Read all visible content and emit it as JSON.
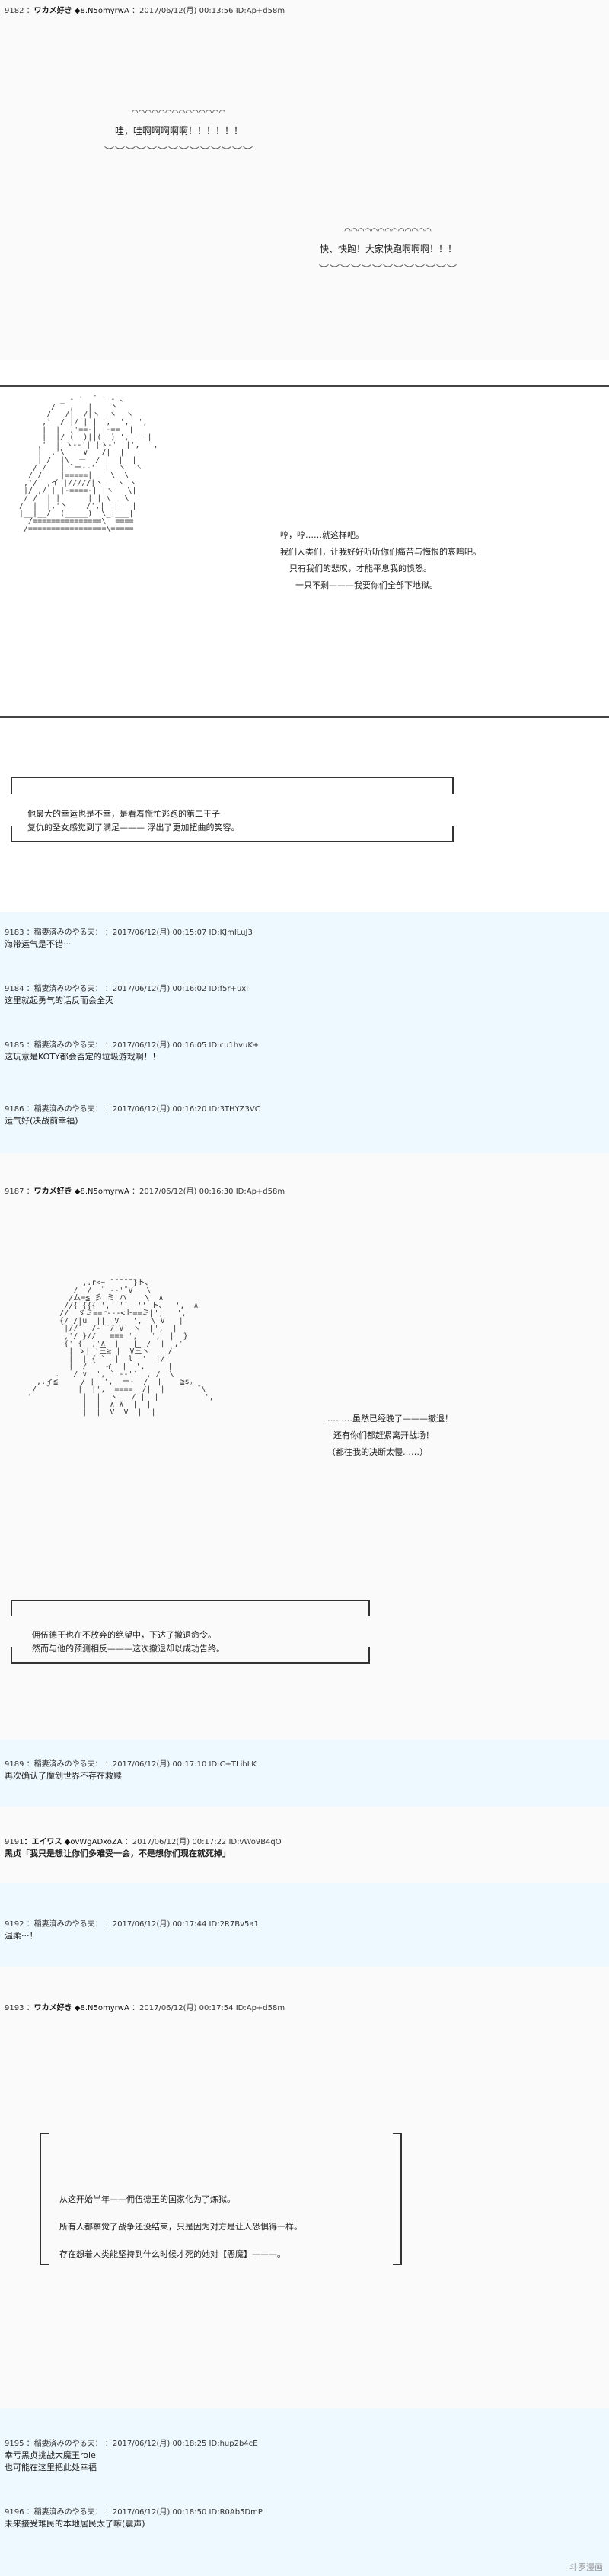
{
  "posts": {
    "p9182": {
      "num": "9182",
      "name": "ワカメ好き",
      "trip": "◆8.N5omyrwA",
      "date": "2017/06/12(月) 00:13:56",
      "id": "ID:Ap+d58m"
    },
    "p9183": {
      "num": "9183",
      "name": "：稲妻済みのやる夫：",
      "date": "2017/06/12(月) 00:15:07",
      "id": "ID:KJmILuJ3",
      "text": "海带运气是不错···"
    },
    "p9184": {
      "num": "9184",
      "name": "：稲妻済みのやる夫：",
      "date": "2017/06/12(月) 00:16:02",
      "id": "ID:f5r+uxl",
      "text": "这里就起勇气的话反而会全灭"
    },
    "p9185": {
      "num": "9185",
      "name": "：稲妻済みのやる夫：",
      "date": "2017/06/12(月) 00:16:05",
      "id": "ID:cu1hvuK+",
      "text": "这玩意是KOTY都会否定的垃圾游戏啊！！"
    },
    "p9186": {
      "num": "9186",
      "name": "：稲妻済みのやる夫：",
      "date": "2017/06/12(月) 00:16:20",
      "id": "ID:3THYZ3VC",
      "text": "运气好(决战前幸福)"
    },
    "p9187": {
      "num": "9187",
      "name": "ワカメ好き",
      "trip": "◆8.N5omyrwA",
      "date": "2017/06/12(月) 00:16:30",
      "id": "ID:Ap+d58m"
    },
    "p9189": {
      "num": "9189",
      "name": "：稲妻済みのやる夫：",
      "date": "2017/06/12(月) 00:17:10",
      "id": "ID:C+TLihLK",
      "text": "再次确认了魔剑世界不存在救赎"
    },
    "p9191": {
      "num": "9191",
      "name": "：エイワス",
      "trip": "◆ovWgADxoZA",
      "date": "2017/06/12(月) 00:17:22",
      "id": "ID:vWo9B4qO",
      "text": "黑贞「我只是想让你们多难受一会，不是想你们现在就死掉」"
    },
    "p9192": {
      "num": "9192",
      "name": "：稲妻済みのやる夫：",
      "date": "2017/06/12(月) 00:17:44",
      "id": "ID:2R7Bv5a1",
      "text": "温柔···！"
    },
    "p9193": {
      "num": "9193",
      "name": "ワカメ好き",
      "trip": "◆8.N5omyrwA",
      "date": "2017/06/12(月) 00:17:54",
      "id": "ID:Ap+d58m"
    },
    "p9195": {
      "num": "9195",
      "name": "：稲妻済みのやる夫：",
      "date": "2017/06/12(月) 00:18:25",
      "id": "ID:hup2b4cE",
      "text1": "幸亏黑贞挑战大魔王role",
      "text2": "也可能在这里把此处幸福"
    },
    "p9196": {
      "num": "9196",
      "name": "：稲妻済みのやる夫：",
      "date": "2017/06/12(月) 00:18:50",
      "id": "ID:R0Ab5DmP",
      "text": "未来接受难民的本地居民太了嘛(震声)"
    }
  },
  "scene1": {
    "shout1": "哇，哇啊啊啊啊啊！！！！！！",
    "shout2": "快、快跑！大家快跑啊啊啊！！！",
    "lines": [
      "哼，哼……就这样吧。",
      "我们人类们，让我好好听听你们痛苦与悔恨的哀鸣吧。",
      "只有我们的悲叹，才能平息我的愤怒。",
      "一只不剩———我要你们全部下地狱。"
    ],
    "narr1": "他最大的幸运也是不幸，是看着慌忙逃跑的第二王子",
    "narr2": "复仇的圣女感觉到了满足——— 浮出了更加扭曲的笑容。"
  },
  "scene2": {
    "lines": [
      "………虽然已经晚了———撤退！",
      "还有你们都赶紧离开战场！",
      "（都往我的决断太慢……）"
    ],
    "narr1": "佣伍德王也在不放弃的绝望中，下达了撤退命令。",
    "narr2": "然而与他的预测相反———这次撤退却以成功告终。"
  },
  "scene3": {
    "lines": [
      "从这开始半年——佣伍德王的国家化为了炼狱。",
      "所有人都察觉了战争还没结束，只是因为对方是让人恐惧得一样。",
      "存在想着人类能坚持到什么时候才死的她对【恶魔】———。"
    ]
  },
  "watermark": "斗罗漫画"
}
